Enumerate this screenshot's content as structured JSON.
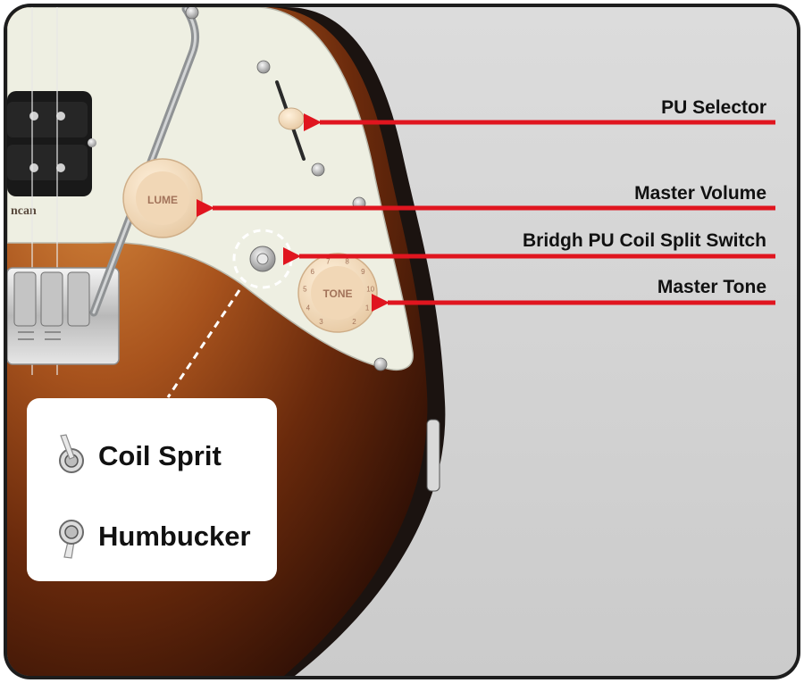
{
  "image": {
    "kind": "guitar control layout diagram",
    "arrow_color": "#e0151f",
    "body_colors": [
      "#3a1407",
      "#8a3e14",
      "#c46e2c"
    ],
    "pickguard_color": "#eeefe2"
  },
  "callouts": [
    {
      "id": "pu-selector",
      "label": "PU Selector"
    },
    {
      "id": "master-volume",
      "label": "Master Volume"
    },
    {
      "id": "coil-split-switch",
      "label": "Bridgh PU Coil Split Switch"
    },
    {
      "id": "master-tone",
      "label": "Master Tone"
    }
  ],
  "knobs": {
    "volume_text": "LUME",
    "tone_text": "TONE",
    "tone_numbers": [
      "3",
      "4",
      "5",
      "6",
      "7",
      "8",
      "9",
      "10",
      "1",
      "2"
    ]
  },
  "pickup": {
    "brand_fragment": "ncan"
  },
  "legend": {
    "items": [
      {
        "label": "Coil Sprit",
        "icon": "toggle-up-icon"
      },
      {
        "label": "Humbucker",
        "icon": "toggle-down-icon"
      }
    ]
  }
}
